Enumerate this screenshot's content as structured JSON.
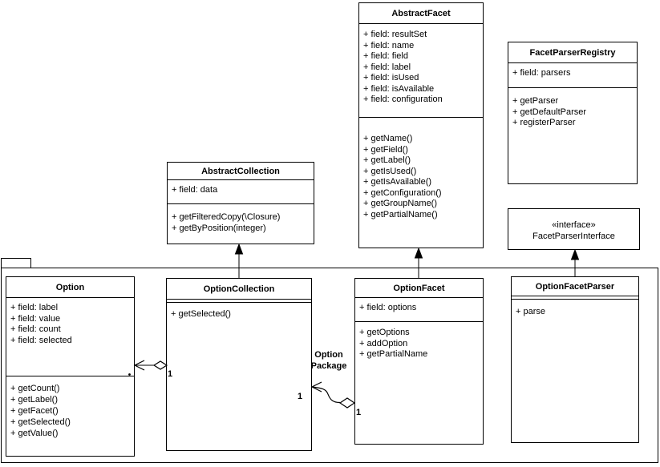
{
  "colors": {
    "line": "#000000",
    "background": "#ffffff"
  },
  "classes": {
    "abstract_facet": {
      "name": "AbstractFacet",
      "fields": [
        "+ field: resultSet",
        "+ field: name",
        "+ field: field",
        "+ field: label",
        "+ field: isUsed",
        "+ field: isAvailable",
        "+ field: configuration"
      ],
      "methods": [
        "+ getName()",
        "+ getField()",
        "+ getLabel()",
        "+ getIsUsed()",
        "+ getIsAvailable()",
        "+ getConfiguration()",
        "+ getGroupName()",
        "+ getPartialName()"
      ]
    },
    "facet_parser_registry": {
      "name": "FacetParserRegistry",
      "fields": [
        "+ field: parsers"
      ],
      "methods": [
        "+ getParser",
        "+ getDefaultParser",
        "+ registerParser"
      ]
    },
    "abstract_collection": {
      "name": "AbstractCollection",
      "fields": [
        "+ field: data"
      ],
      "methods": [
        "+ getFilteredCopy(\\Closure)",
        "+ getByPosition(integer)"
      ]
    },
    "facet_parser_interface": {
      "stereotype": "«interface»",
      "name": "FacetParserInterface"
    },
    "option": {
      "name": "Option",
      "fields": [
        "+ field: label",
        "+ field: value",
        "+ field: count",
        "+ field: selected"
      ],
      "methods": [
        "+ getCount()",
        "+ getLabel()",
        "+ getFacet()",
        "+ getSelected()",
        "+ getValue()"
      ]
    },
    "option_collection": {
      "name": "OptionCollection",
      "methods": [
        "+ getSelected()"
      ]
    },
    "option_facet": {
      "name": "OptionFacet",
      "fields": [
        "+ field: options"
      ],
      "methods": [
        "+ getOptions",
        "+ addOption",
        "+ getPartialName"
      ]
    },
    "option_facet_parser": {
      "name": "OptionFacetParser",
      "methods": [
        "+ parse"
      ]
    }
  },
  "relations": {
    "option_aggregation_multiplicity": "1",
    "package_aggregation_source_multiplicity": "1",
    "package_aggregation_target_multiplicity": "1",
    "package_label_line1": "Option",
    "package_label_line2": "Package"
  }
}
